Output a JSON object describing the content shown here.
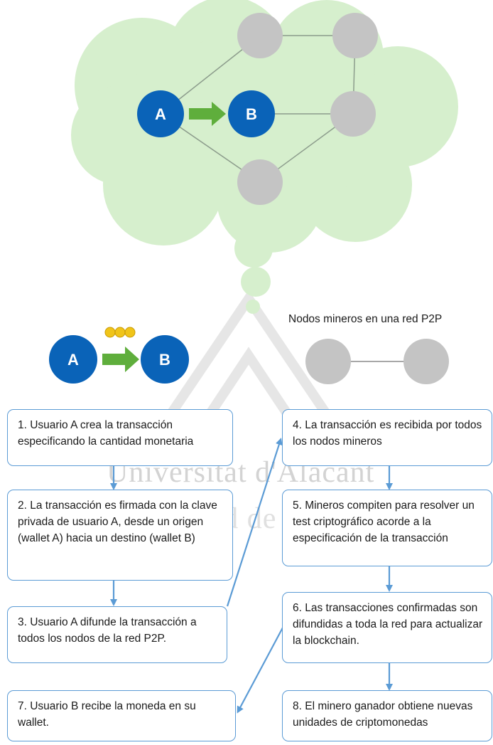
{
  "thought_cloud": {
    "node_a": "A",
    "node_b": "B"
  },
  "transfer": {
    "node_a": "A",
    "node_b": "B"
  },
  "p2p": {
    "title": "Nodos mineros en una red P2P"
  },
  "steps": [
    "1. Usuario A crea la transacción especificando la cantidad monetaria",
    "2. La transacción es firmada con la clave privada de usuario A, desde un origen (wallet A) hacia un destino (wallet B)",
    "3. Usuario A difunde la transacción a todos los nodos de la red P2P.",
    "4. La transacción es recibida por todos los nodos mineros",
    "5. Mineros compiten para resolver un test criptográfico acorde a la especificación de la transacción",
    "6. Las transacciones confirmadas son difundidas a toda la red para actualizar la blockchain.",
    "7. Usuario B  recibe la moneda en su wallet.",
    "8. El minero ganador obtiene nuevas unidades de criptomonedas"
  ],
  "watermark": {
    "line1": "Universitat d'Alacant",
    "line2": "Universidad de Alicante"
  },
  "colors": {
    "cloud": "#d6efcd",
    "node_user": "#0a63b8",
    "node_miner": "#c4c4c4",
    "arrow_green": "#5fae3c",
    "coin": "#f0c419",
    "flow_blue": "#5b9bd5"
  }
}
